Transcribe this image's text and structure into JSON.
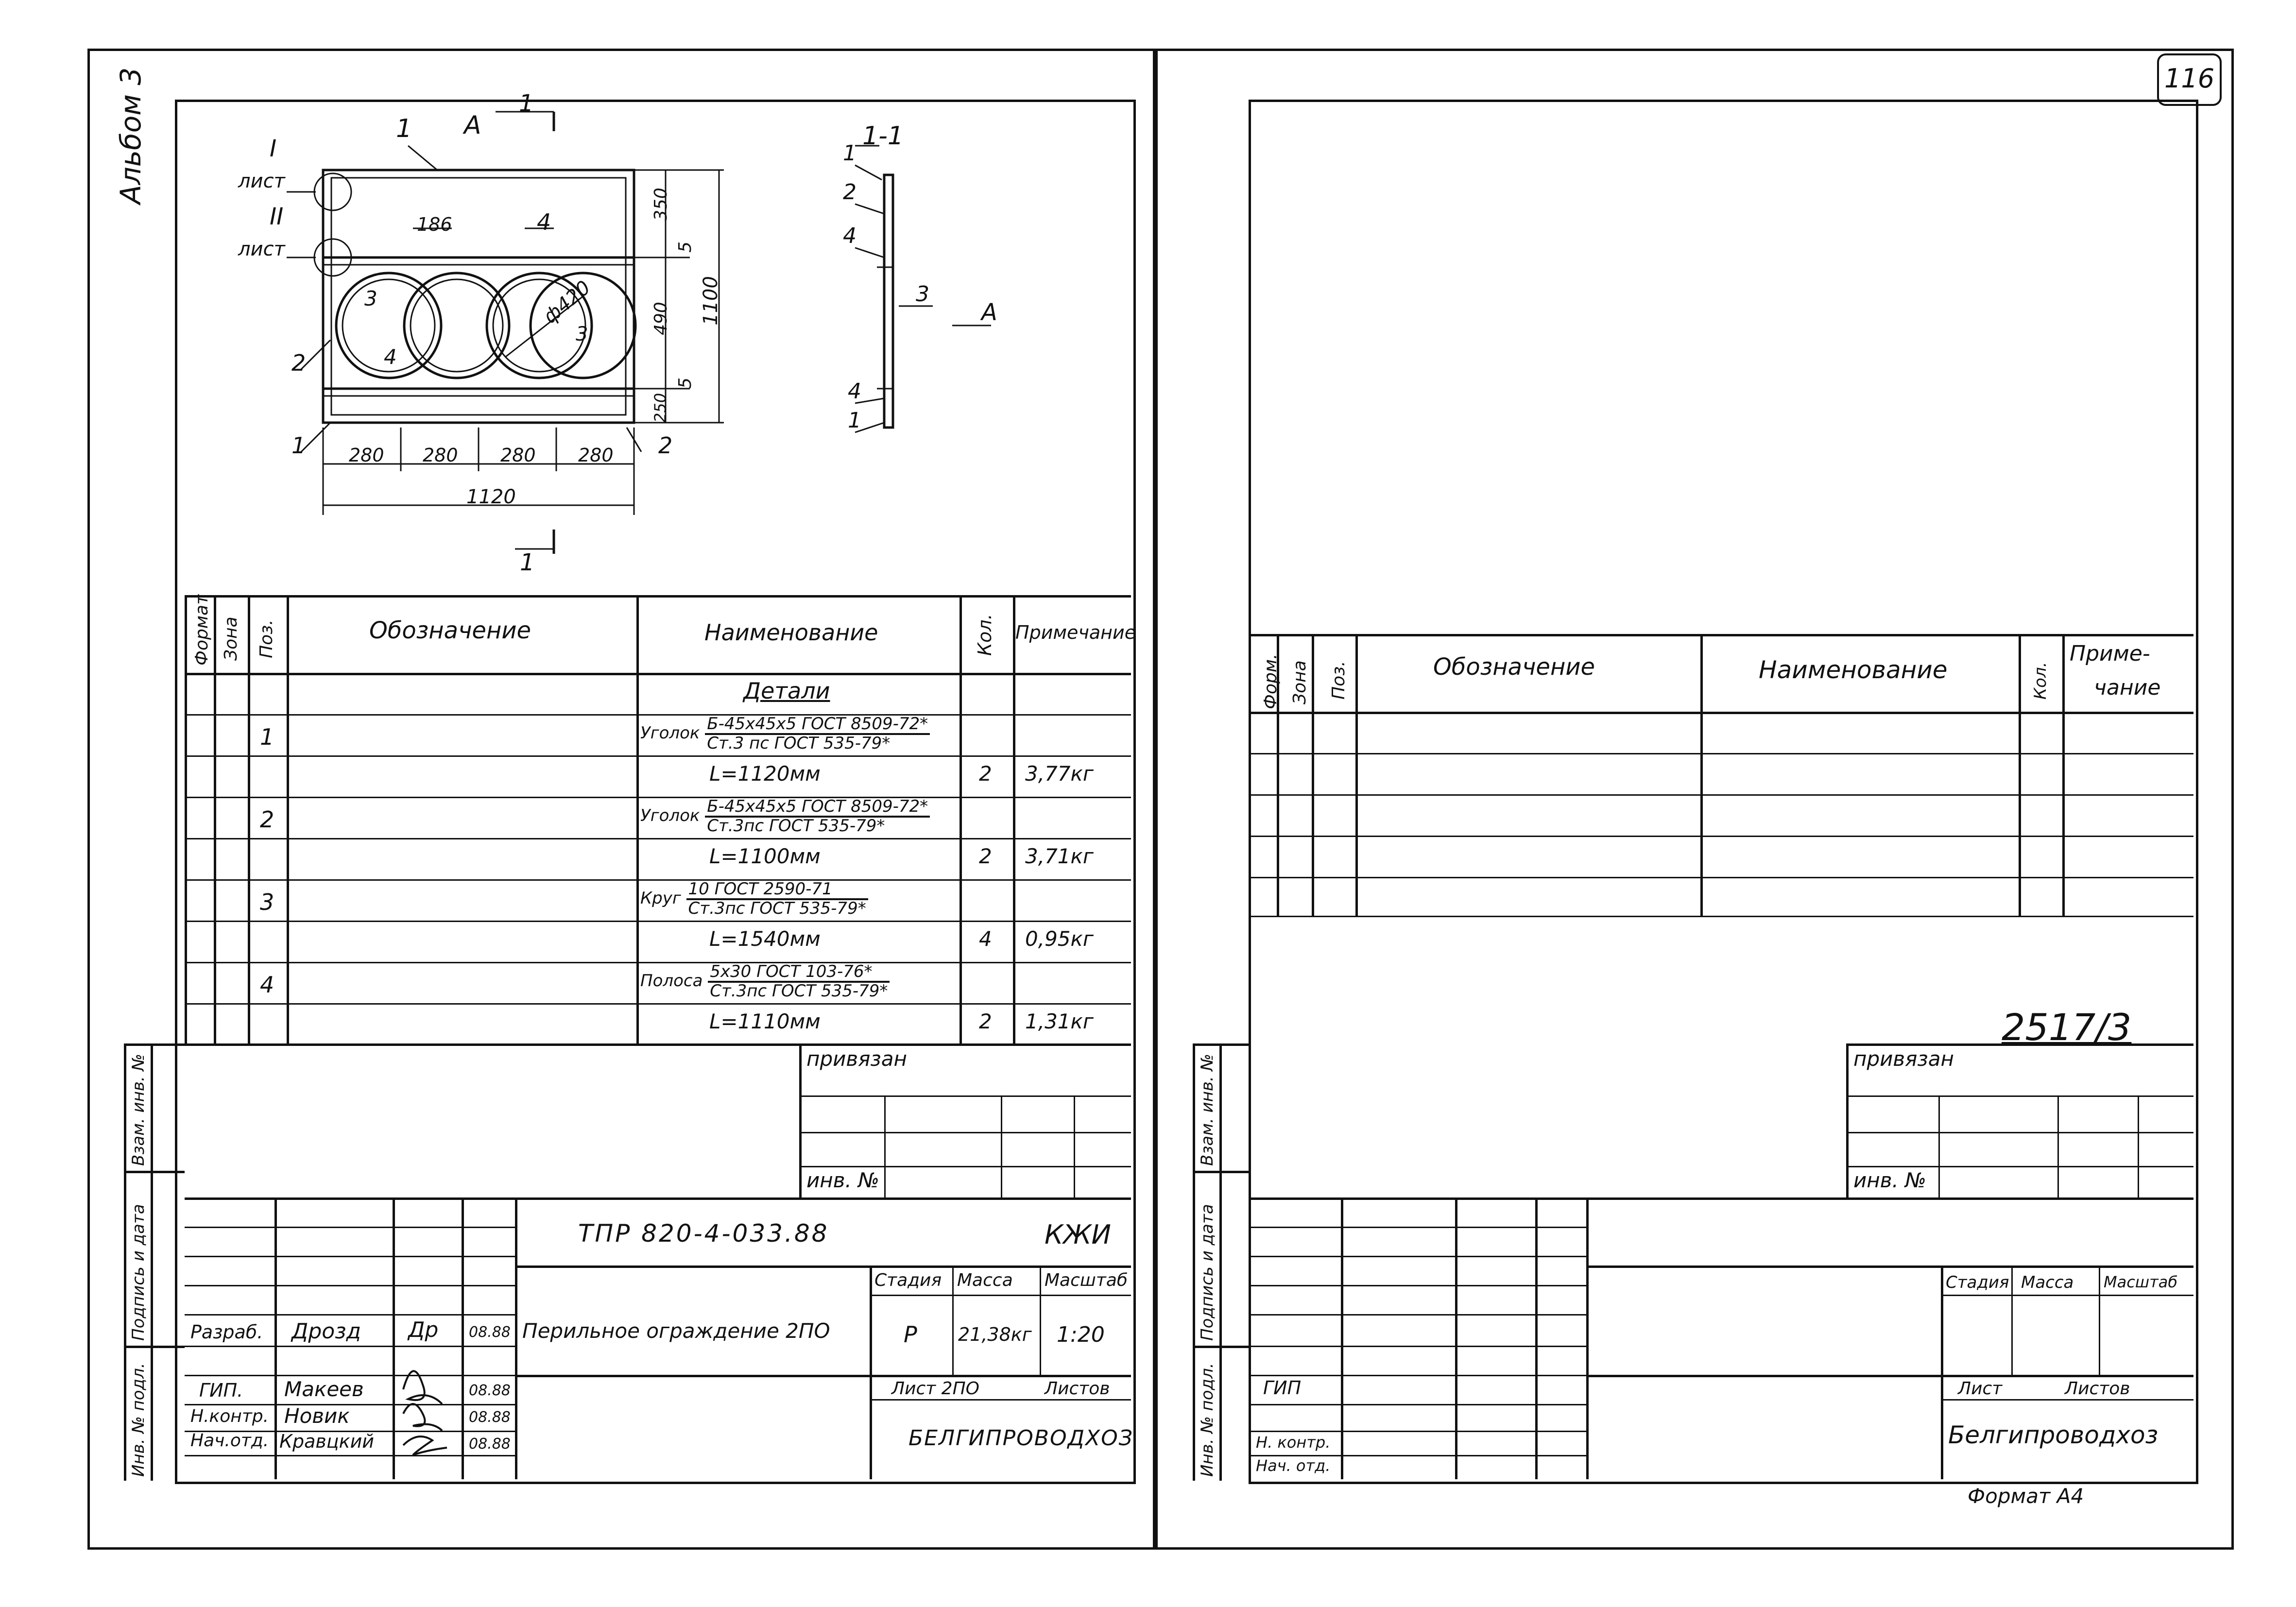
{
  "left": {
    "album": "Альбом 3",
    "drawing": {
      "section_mark_top": "1",
      "view_mark_a": "A",
      "pos1_top": "1",
      "sheet_I": "I",
      "sheet_I_label": "лист",
      "sheet_II": "II",
      "sheet_II_label": "лист",
      "dim_186": "186",
      "pos4_top": "4",
      "dim_350": "350",
      "dim_5a": "5",
      "dim_490": "490",
      "dim_1100": "1100",
      "dim_5b": "5",
      "dim_250": "250",
      "pos3": "3",
      "pos4_mid": "4",
      "pos2_left": "2",
      "pos1_bottom": "1",
      "pos2_right": "2",
      "dia": "ф420",
      "pos3_right": "3",
      "dims_280": [
        "280",
        "280",
        "280",
        "280"
      ],
      "dim_1120": "1120",
      "section_mark_bottom": "1",
      "section_title": "1-1",
      "sec_1": "1",
      "sec_2": "2",
      "sec_4": "4",
      "sec_3": "3",
      "sec_a": "A",
      "sec_4b": "4",
      "sec_1b": "1"
    },
    "spec": {
      "headers": {
        "format": "Формат",
        "zone": "Зона",
        "pos": "Поз.",
        "designation": "Обозначение",
        "name": "Наименование",
        "qty": "Кол.",
        "note": "Примечание"
      },
      "section": "Детали",
      "rows": [
        {
          "pos": "1",
          "name_prefix": "Уголок",
          "num": "Б-45х45х5 ГОСТ 8509-72*",
          "den": "Ст.3 пс ГОСТ 535-79*",
          "length": "L=1120мм",
          "qty": "2",
          "note": "3,77кг"
        },
        {
          "pos": "2",
          "name_prefix": "Уголок",
          "num": "Б-45х45х5 ГОСТ 8509-72*",
          "den": "Ст.3пс ГОСТ 535-79*",
          "length": "L=1100мм",
          "qty": "2",
          "note": "3,71кг"
        },
        {
          "pos": "3",
          "name_prefix": "Круг",
          "num": "10 ГОСТ 2590-71",
          "den": "Ст.3пс ГОСТ 535-79*",
          "length": "L=1540мм",
          "qty": "4",
          "note": "0,95кг"
        },
        {
          "pos": "4",
          "name_prefix": "Полоса",
          "num": "5х30 ГОСТ 103-76*",
          "den": "Ст.3пс ГОСТ 535-79*",
          "length": "L=1110мм",
          "qty": "2",
          "note": "1,31кг"
        }
      ]
    },
    "side_labels": {
      "vzam": "Взам. инв. №",
      "podpis": "Подпись и дата",
      "inv": "Инв. № подл."
    },
    "privyazan": "привязан",
    "inv_no": "инв. №",
    "title_block": {
      "code": "ТПР 820-4-033.88",
      "mark": "КЖИ",
      "title": "Перильное ограждение 2ПО",
      "stage_h": "Стадия",
      "mass_h": "Масса",
      "scale_h": "Масштаб",
      "stage": "Р",
      "mass": "21,38кг",
      "scale": "1:20",
      "sheet": "Лист 2ПО",
      "sheets": "Листов",
      "org": "БЕЛГИПРОВОДХОЗ",
      "people": [
        {
          "role": "Разраб.",
          "name": "Дрозд",
          "sign": "Др",
          "date": "08.88"
        },
        {
          "role": "ГИП.",
          "name": "Макеев",
          "sign": "",
          "date": "08.88"
        },
        {
          "role": "Н.контр.",
          "name": "Новик",
          "sign": "",
          "date": "08.88"
        },
        {
          "role": "Нач.отд.",
          "name": "Кравцкий",
          "sign": "",
          "date": "08.88"
        }
      ]
    }
  },
  "right": {
    "page_no": "116",
    "spec_headers": {
      "format": "Форм.",
      "zone": "Зона",
      "pos": "Поз.",
      "designation": "Обозначение",
      "name": "Наименование",
      "qty": "Кол.",
      "note1": "Приме-",
      "note2": "чание"
    },
    "doc_no": "2517/3",
    "privyazan": "привязан",
    "inv_no": "инв. №",
    "side_labels": {
      "vzam": "Взам. инв. №",
      "podpis": "Подпись и дата",
      "inv": "Инв. № подл."
    },
    "stage_h": "Стадия",
    "mass_h": "Масса",
    "scale_h": "Масштаб",
    "sheet": "Лист",
    "sheets": "Листов",
    "org": "Белгипроводхоз",
    "roles": [
      "ГИП",
      "Н. контр.",
      "Нач. отд."
    ],
    "format": "Формат А4"
  }
}
